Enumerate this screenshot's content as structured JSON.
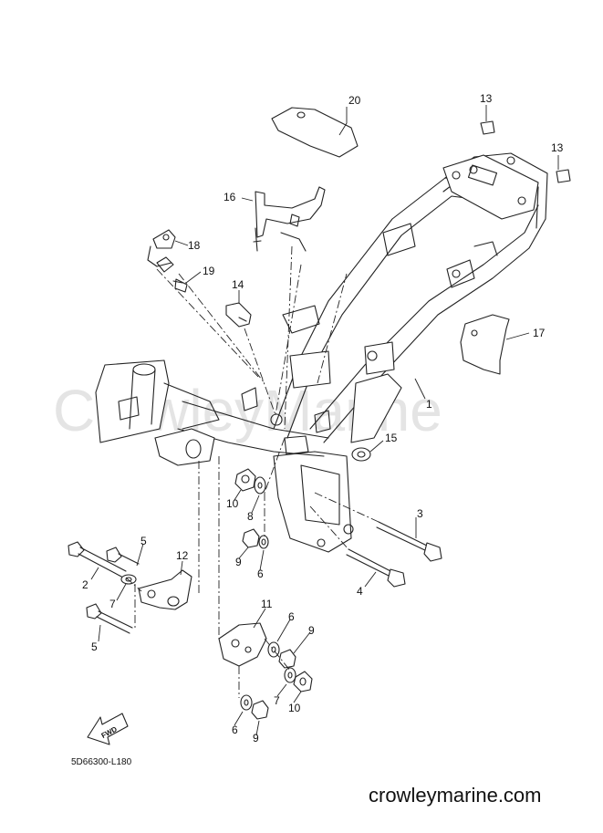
{
  "watermark": "CrowleyMarine",
  "diagram_code": "5D66300-L180",
  "fwd_label": "FWD",
  "website": "crowleymarine.com",
  "callouts": {
    "c1": "1",
    "c2": "2",
    "c3": "3",
    "c4": "4",
    "c5a": "5",
    "c5b": "5",
    "c6a": "6",
    "c6b": "6",
    "c6c": "6",
    "c7a": "7",
    "c7b": "7",
    "c8": "8",
    "c9a": "9",
    "c9b": "9",
    "c9c": "9",
    "c10a": "10",
    "c10b": "10",
    "c11": "11",
    "c12": "12",
    "c13a": "13",
    "c13b": "13",
    "c14": "14",
    "c15": "15",
    "c16": "16",
    "c17": "17",
    "c18": "18",
    "c19": "19",
    "c20": "20"
  }
}
